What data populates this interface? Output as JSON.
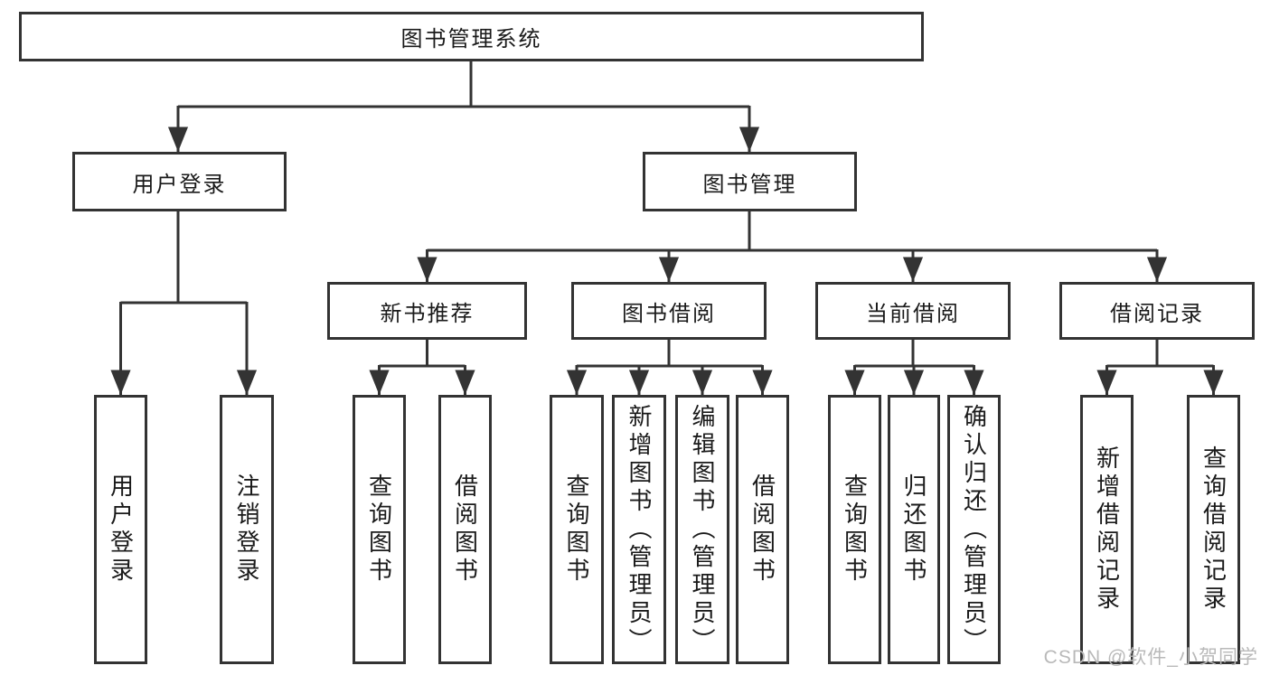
{
  "root": {
    "label": "图书管理系统"
  },
  "level2": [
    {
      "label": "用户登录"
    },
    {
      "label": "图书管理"
    }
  ],
  "level3": [
    {
      "label": "新书推荐"
    },
    {
      "label": "图书借阅"
    },
    {
      "label": "当前借阅"
    },
    {
      "label": "借阅记录"
    }
  ],
  "leaves": {
    "user_login": [
      {
        "label": "用户登录"
      },
      {
        "label": "注销登录"
      }
    ],
    "new_books": [
      {
        "label": "查询图书"
      },
      {
        "label": "借阅图书"
      }
    ],
    "book_borrow": [
      {
        "label": "查询图书"
      },
      {
        "label": "新增图书（管理员）"
      },
      {
        "label": "编辑图书（管理员）"
      },
      {
        "label": "借阅图书"
      }
    ],
    "current_borrow": [
      {
        "label": "查询图书"
      },
      {
        "label": "归还图书"
      },
      {
        "label": "确认归还（管理员）"
      }
    ],
    "borrow_records": [
      {
        "label": "新增借阅记录"
      },
      {
        "label": "查询借阅记录"
      }
    ]
  },
  "watermark": "CSDN @软件_小贺同学",
  "colors": {
    "line": "#333333",
    "text": "#1a1a1a",
    "watermark": "#b9b9b9",
    "background": "#ffffff"
  }
}
